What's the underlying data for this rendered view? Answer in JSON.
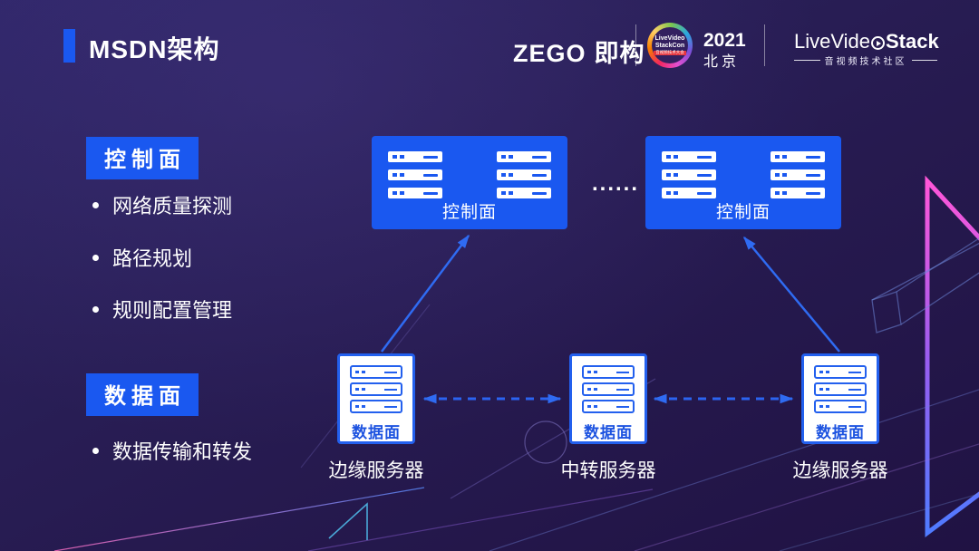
{
  "header": {
    "title": "MSDN架构",
    "accent_color": "#1a58f0"
  },
  "brandbar": {
    "zego_wordmark": "ZEGO",
    "zego_cn": "即构",
    "badge": {
      "line1": "LiveVideo",
      "line2": "StackCon",
      "line3": "音视频技术大会"
    },
    "year": "2021",
    "city": "北京",
    "lvs_pre": "LiveVide",
    "lvs_post": "Stack",
    "lvs_tagline": "音视频技术社区"
  },
  "sidebar": {
    "sections": [
      {
        "heading": "控制面",
        "bullets": [
          "网络质量探测",
          "路径规划",
          "规则配置管理"
        ]
      },
      {
        "heading": "数据面",
        "bullets": [
          "数据传输和转发"
        ]
      }
    ]
  },
  "diagram": {
    "ellipsis": "......",
    "control_planes": [
      {
        "label": "控制面"
      },
      {
        "label": "控制面"
      }
    ],
    "data_planes": [
      {
        "label": "数据面",
        "caption": "边缘服务器"
      },
      {
        "label": "数据面",
        "caption": "中转服务器"
      },
      {
        "label": "数据面",
        "caption": "边缘服务器"
      }
    ],
    "colors": {
      "plane_blue": "#1a58f0",
      "node_border": "#2360ee",
      "node_label": "#1d53e0",
      "arrow": "#2f6bf2"
    }
  }
}
